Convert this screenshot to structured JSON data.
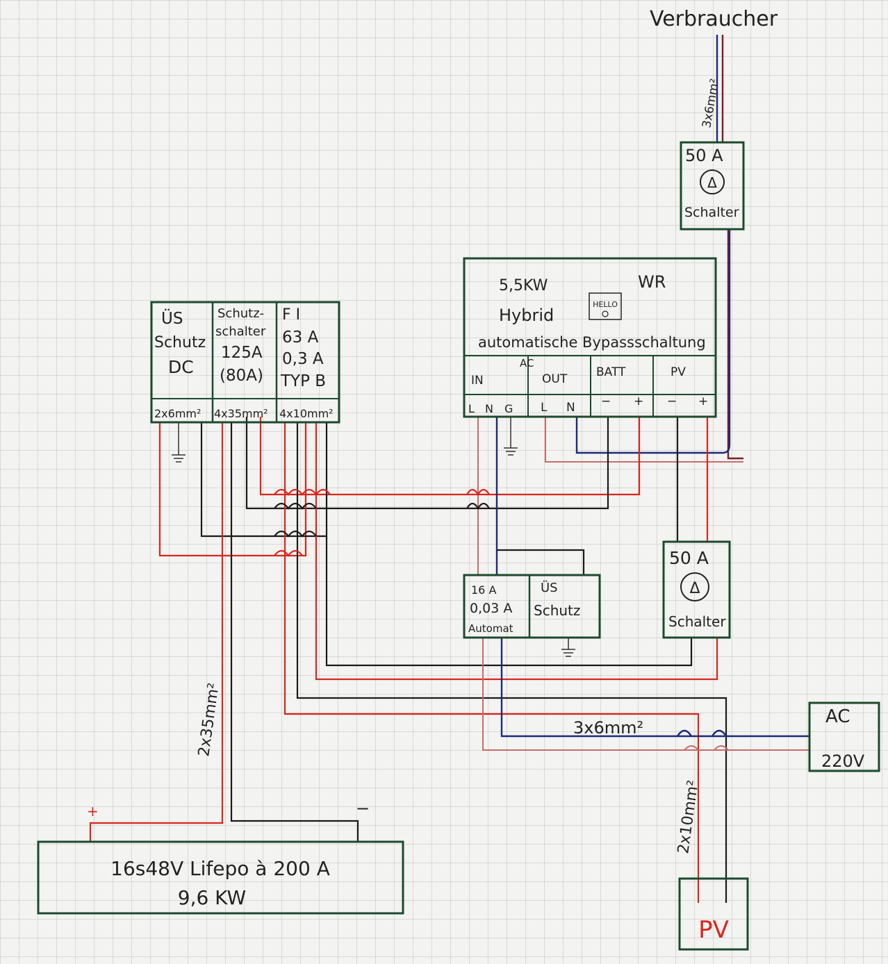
{
  "consumer": {
    "label": "Verbraucher",
    "cable": "3x6mm²"
  },
  "top_switch": {
    "rating": "50 A",
    "symbol": "Δ",
    "label": "Schalter"
  },
  "inverter": {
    "power": "5,5KW",
    "tag": "WR",
    "type": "Hybrid",
    "logo": "HELLO",
    "feature": "automatische Bypassschaltung",
    "ac_label": "AC",
    "in_label": "IN",
    "out_label": "OUT",
    "batt_label": "BATT",
    "pv_label": "PV",
    "terminals": [
      "L",
      "N",
      "G",
      "L",
      "N",
      "−",
      "+",
      "−",
      "+"
    ]
  },
  "dc_panel": {
    "surge": {
      "line1": "ÜS",
      "line2": "Schutz",
      "line3": "DC",
      "cable": "2x6mm²"
    },
    "contactor": {
      "line1": "Schutz-",
      "line2": "schalter",
      "line3": "125A",
      "line4": "(80A)",
      "cable": "4x35mm²"
    },
    "rcd": {
      "line1": "F I",
      "line2": "63 A",
      "line3": "0,3 A",
      "line4": "TYP B",
      "cable": "4x10mm²"
    }
  },
  "ac_breaker": {
    "line1": "16 A",
    "line2": "0,03 A",
    "line3": "Automat"
  },
  "ac_surge": {
    "line1": "ÜS",
    "line2": "Schutz"
  },
  "pv_switch": {
    "rating": "50 A",
    "symbol": "Δ",
    "label": "Schalter"
  },
  "cables": {
    "battery": "2x35mm²",
    "grid": "3x6mm²",
    "pv": "2x10mm²"
  },
  "grid": {
    "line1": "AC",
    "line2": "220V"
  },
  "battery": {
    "plus": "+",
    "minus": "−",
    "line1": "16s48V Lifepo à 200 A",
    "line2": "9,6 KW"
  },
  "pv": {
    "label": "PV"
  }
}
